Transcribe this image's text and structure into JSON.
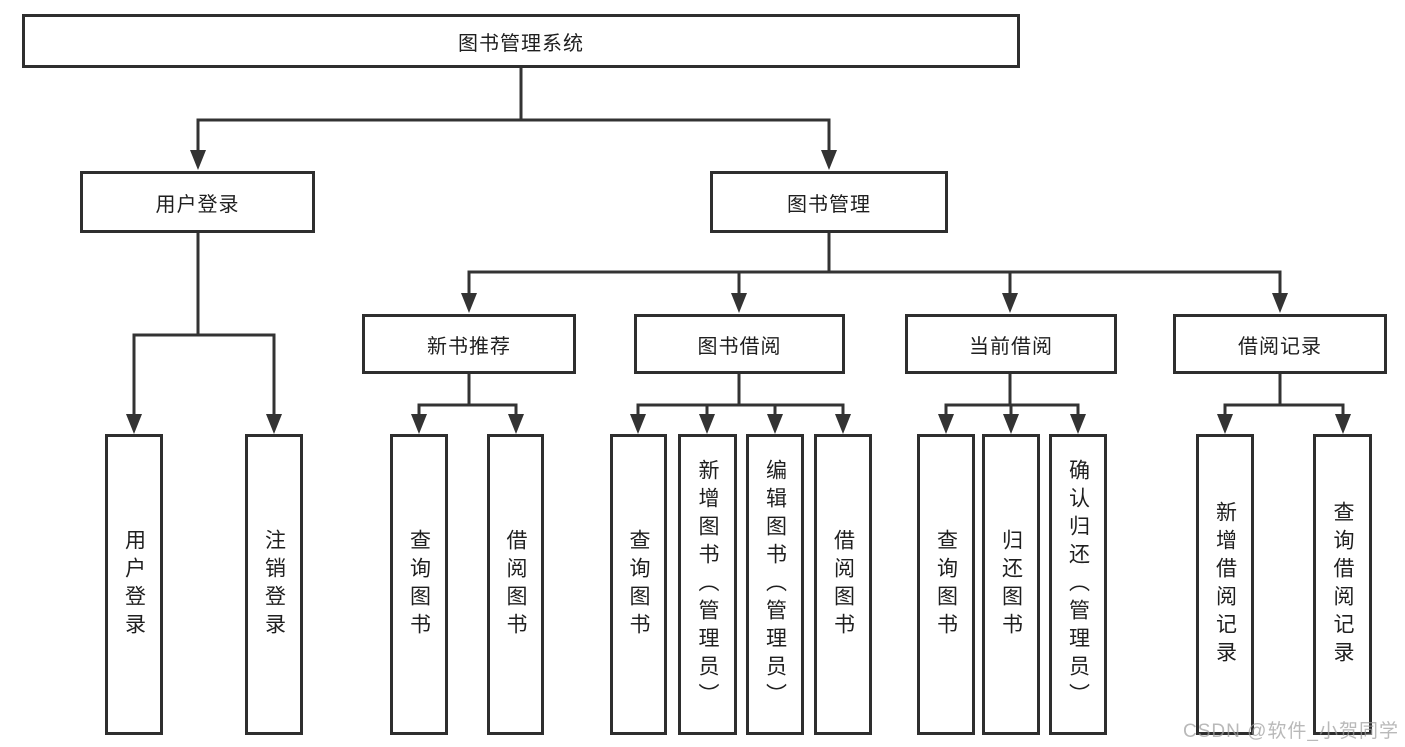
{
  "tree": {
    "root": "图书管理系统",
    "children": [
      {
        "label": "用户登录",
        "children": [
          "用户登录",
          "注销登录"
        ]
      },
      {
        "label": "图书管理",
        "children": [
          {
            "label": "新书推荐",
            "children": [
              "查询图书",
              "借阅图书"
            ]
          },
          {
            "label": "图书借阅",
            "children": [
              "查询图书",
              "新增图书（管理员）",
              "编辑图书（管理员）",
              "借阅图书"
            ]
          },
          {
            "label": "当前借阅",
            "children": [
              "查询图书",
              "归还图书",
              "确认归还（管理员）"
            ]
          },
          {
            "label": "借阅记录",
            "children": [
              "新增借阅记录",
              "查询借阅记录"
            ]
          }
        ]
      }
    ]
  },
  "watermark": {
    "text": "CSDN @软件_小贺同学"
  },
  "colors": {
    "box_border": "#2e2e2e",
    "connector": "#333333",
    "text": "#1f1f1f",
    "background": "#ffffff",
    "watermark": "#9e9e9e"
  }
}
